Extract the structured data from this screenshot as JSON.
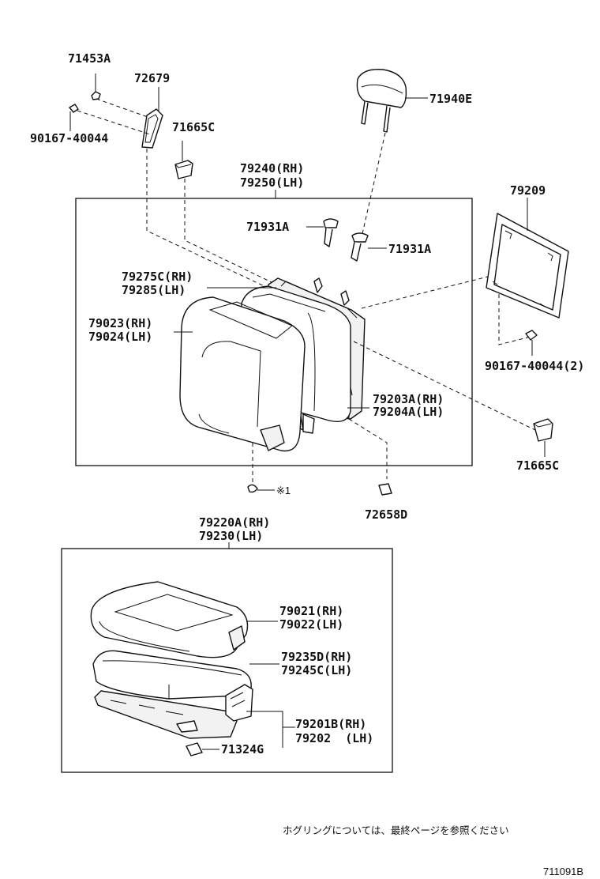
{
  "labels": {
    "p71453a": "71453A",
    "p72679": "72679",
    "p90167_top": "90167-40044",
    "p71665c_top": "71665C",
    "p71940e": "71940E",
    "p79240": "79240(RH)",
    "p79250": "79250(LH)",
    "p79209": "79209",
    "p71931a_left": "71931A",
    "p71931a_right": "71931A",
    "p79275c": "79275C(RH)",
    "p79285": "79285(LH)",
    "p79023": "79023(RH)",
    "p79024": "79024(LH)",
    "p90167_right": "90167-40044(2)",
    "p79203a": "79203A(RH)",
    "p79204a": "79204A(LH)",
    "p71665c_right": "71665C",
    "ref_mark": "※1",
    "p72658d": "72658D",
    "p79220a": "79220A(RH)",
    "p79230": "79230(LH)",
    "p79021": "79021(RH)",
    "p79022": "79022(LH)",
    "p79235d": "79235D(RH)",
    "p79245c": "79245C(LH)",
    "p79201b": "79201B(RH)",
    "p79202": "79202  (LH)",
    "p71324g": "71324G"
  },
  "footnote": "ホグリングについては、最終ページを参照ください",
  "figure_code": "711091B"
}
